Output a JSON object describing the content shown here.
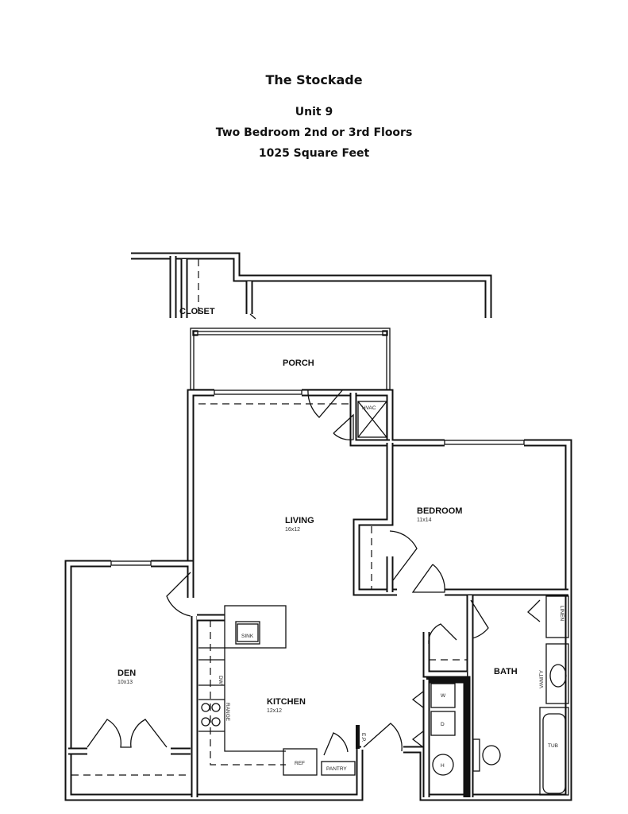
{
  "header": {
    "property": "The Stockade",
    "unit": "Unit 9",
    "type": "Two Bedroom 2nd or 3rd Floors",
    "area": "1025 Square Feet"
  },
  "rooms": {
    "closet": "CLOSET",
    "porch": "PORCH",
    "hvac": "HVAC",
    "living": {
      "name": "LIVING",
      "size": "16x12"
    },
    "bedroom": {
      "name": "BEDROOM",
      "size": "11x14"
    },
    "den": {
      "name": "DEN",
      "size": "10x13"
    },
    "kitchen": {
      "name": "KITCHEN",
      "size": "12x12"
    },
    "bath": "BATH"
  },
  "fixtures": {
    "sink": "SINK",
    "dw": "DW",
    "range": "RANGE",
    "ref": "REF",
    "pantry": "PANTRY",
    "ep": "E.P.",
    "washer": "W",
    "dryer": "D",
    "heater": "H",
    "linen": "LINEN",
    "vanity": "VANITY",
    "tub": "TUB"
  }
}
